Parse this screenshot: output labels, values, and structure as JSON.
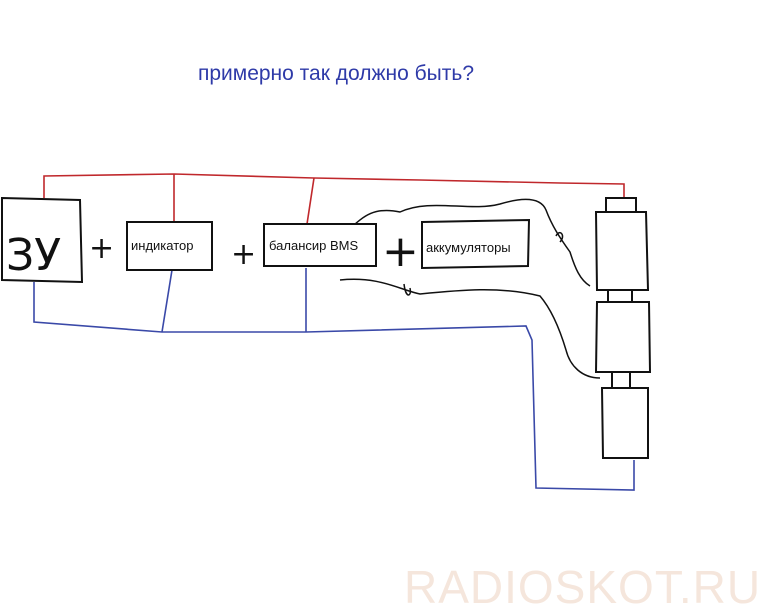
{
  "caption": "примерно так должно быть?",
  "nodes": {
    "charger": "ЗУ",
    "indicator": "индикатор",
    "balancer": "балансир BMS",
    "batteries": "аккумуляторы"
  },
  "plus_sign": "+",
  "watermark": "RADIOSKOT.RU",
  "colors": {
    "caption": "#2e3aa8",
    "positive_wire": "#c0282c",
    "negative_wire": "#3a49a8",
    "lines": "#111111",
    "watermark": "#f5e6dc"
  }
}
